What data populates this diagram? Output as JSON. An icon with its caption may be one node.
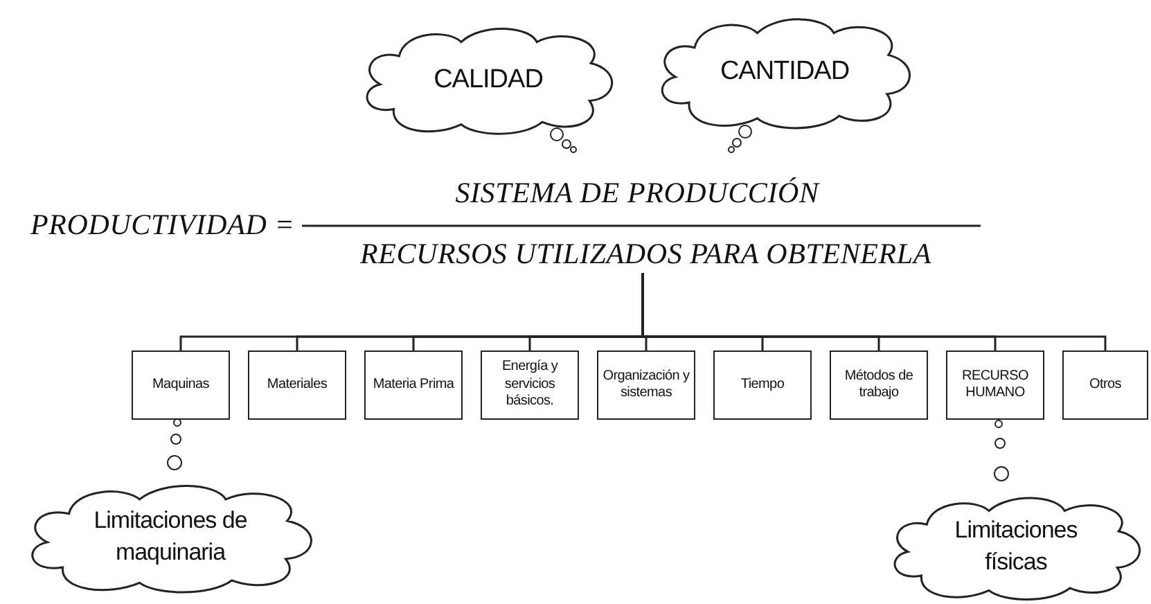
{
  "diagram": {
    "nodes": [
      {
        "text": [
          "CALIDAD"
        ]
      },
      {
        "text": [
          "CANTIDAD"
        ]
      },
      {
        "text": [
          "RECURSOS UTILIZADOS PARA OBTENERLA"
        ]
      },
      {
        "text": [
          "Maquinas"
        ]
      },
      {
        "text": [
          "Materiales"
        ]
      },
      {
        "text": [
          "Materia Prima"
        ]
      },
      {
        "text": [
          "Energía y servicios básicos."
        ]
      },
      {
        "text": [
          "Organización y sistemas"
        ]
      },
      {
        "text": [
          "Tiempo"
        ]
      },
      {
        "text": [
          "Métodos de trabajo"
        ]
      },
      {
        "text": [
          "RECURSO HUMANO"
        ]
      },
      {
        "text": [
          "Otros"
        ]
      },
      {
        "text": [
          "Limitaciones de maquinaria"
        ]
      },
      {
        "text": [
          "Limitaciones físicas"
        ]
      }
    ],
    "edges": [
      {
        "from": 2,
        "to": 3,
        "arrow": "none"
      },
      {
        "from": 2,
        "to": 4,
        "arrow": "none"
      },
      {
        "from": 2,
        "to": 5,
        "arrow": "none"
      },
      {
        "from": 2,
        "to": 6,
        "arrow": "none"
      },
      {
        "from": 2,
        "to": 7,
        "arrow": "none"
      },
      {
        "from": 2,
        "to": 8,
        "arrow": "none"
      },
      {
        "from": 2,
        "to": 9,
        "arrow": "none"
      },
      {
        "from": 2,
        "to": 10,
        "arrow": "none"
      },
      {
        "from": 2,
        "to": 11,
        "arrow": "none"
      }
    ],
    "labels": [
      "PRODUCTIVIDAD =",
      "SISTEMA DE PRODUCCIÓN"
    ]
  }
}
